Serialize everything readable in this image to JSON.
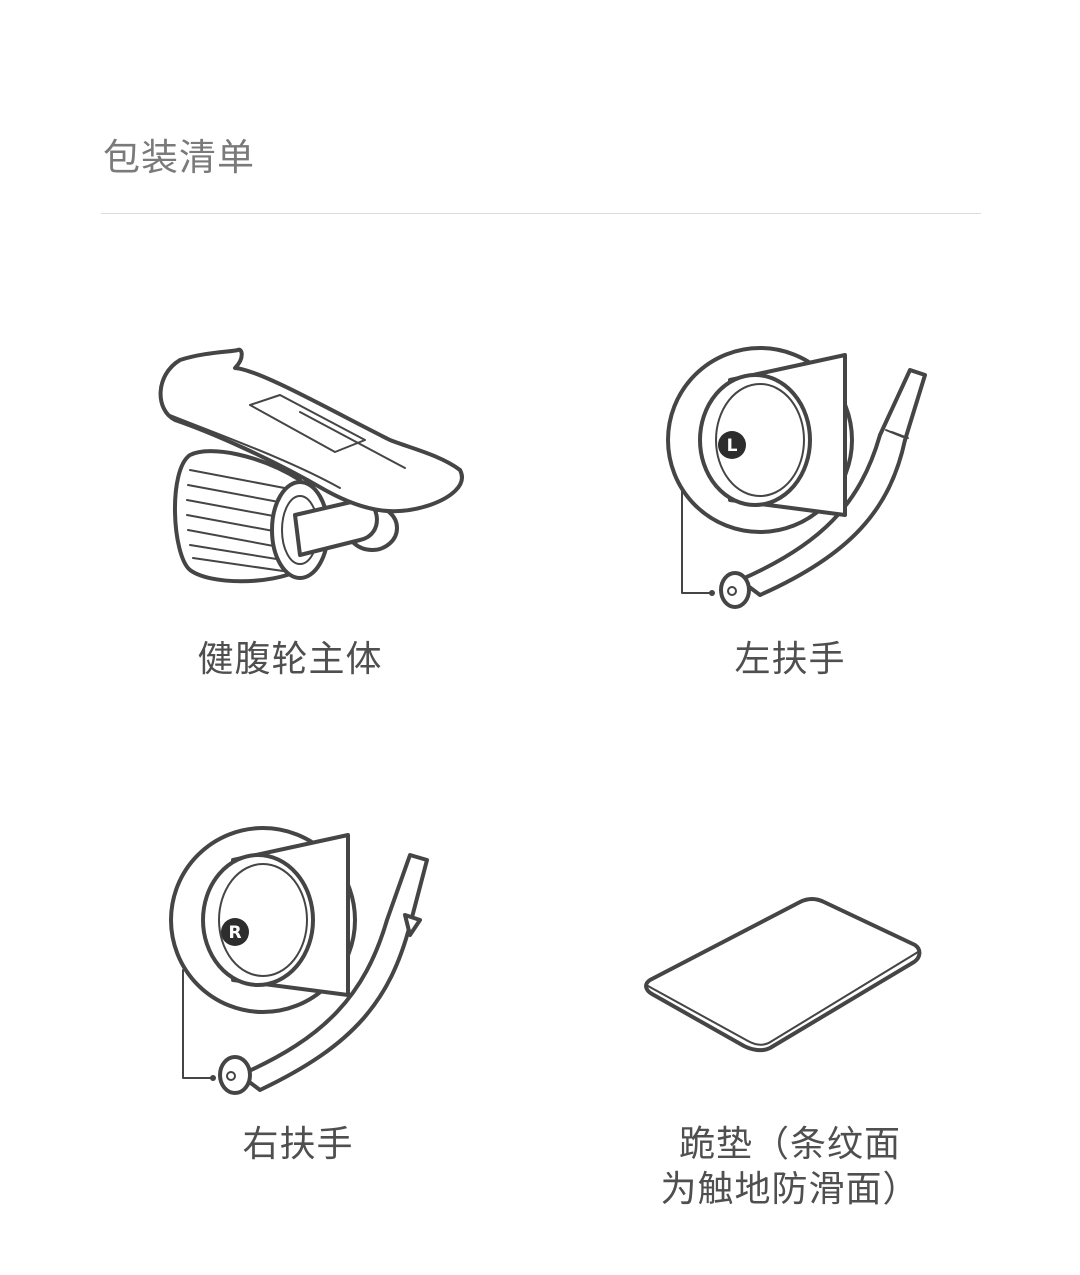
{
  "page": {
    "title": "包装清单"
  },
  "items": [
    {
      "label": "健腹轮主体",
      "icon": "ab-wheel-body-icon"
    },
    {
      "label": "左扶手",
      "icon": "left-handle-icon",
      "badge": "L"
    },
    {
      "label": "右扶手",
      "icon": "right-handle-icon",
      "badge": "R"
    },
    {
      "label_line1": "跪垫（条纹面",
      "label_line2": "为触地防滑面）",
      "icon": "knee-pad-icon"
    }
  ]
}
